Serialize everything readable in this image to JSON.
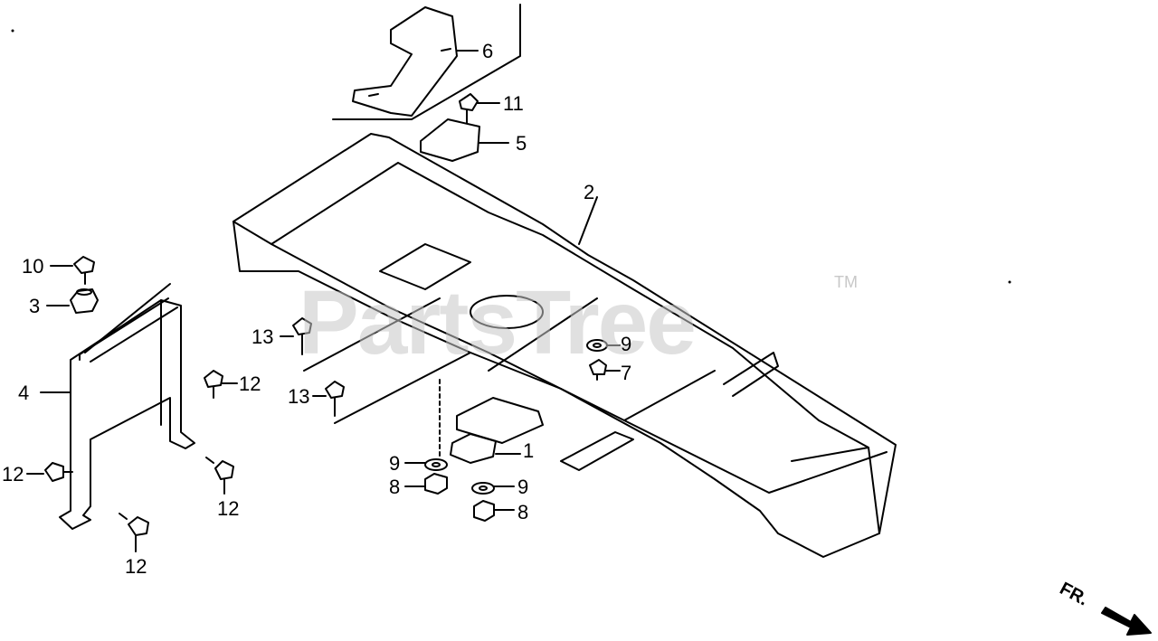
{
  "watermark": {
    "text": "PartsTree",
    "trademark": "TM"
  },
  "direction_label": "FR.",
  "callouts": [
    {
      "id": "c1",
      "label": "1"
    },
    {
      "id": "c2",
      "label": "2"
    },
    {
      "id": "c3",
      "label": "3"
    },
    {
      "id": "c4",
      "label": "4"
    },
    {
      "id": "c5",
      "label": "5"
    },
    {
      "id": "c6",
      "label": "6"
    },
    {
      "id": "c7",
      "label": "7"
    },
    {
      "id": "c8a",
      "label": "8"
    },
    {
      "id": "c8b",
      "label": "8"
    },
    {
      "id": "c9a",
      "label": "9"
    },
    {
      "id": "c9b",
      "label": "9"
    },
    {
      "id": "c9c",
      "label": "9"
    },
    {
      "id": "c10",
      "label": "10"
    },
    {
      "id": "c11",
      "label": "11"
    },
    {
      "id": "c12a",
      "label": "12"
    },
    {
      "id": "c12b",
      "label": "12"
    },
    {
      "id": "c12c",
      "label": "12"
    },
    {
      "id": "c12d",
      "label": "12"
    },
    {
      "id": "c13a",
      "label": "13"
    },
    {
      "id": "c13b",
      "label": "13"
    }
  ]
}
